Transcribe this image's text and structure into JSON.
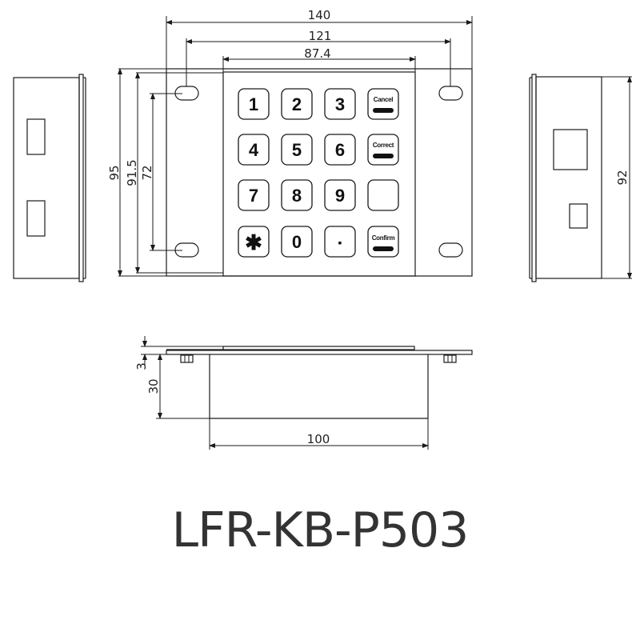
{
  "title": "LFR-KB-P503",
  "front_view": {
    "dimensions": {
      "overall_width": "140",
      "hole_spacing_x": "121",
      "keypad_width": "87.4",
      "overall_height": "95",
      "inner_height": "91.5",
      "hole_spacing_y": "72"
    },
    "keys": [
      {
        "label": "1",
        "type": "digit"
      },
      {
        "label": "2",
        "type": "digit"
      },
      {
        "label": "3",
        "type": "digit"
      },
      {
        "label": "Cancel",
        "type": "function"
      },
      {
        "label": "4",
        "type": "digit"
      },
      {
        "label": "5",
        "type": "digit"
      },
      {
        "label": "6",
        "type": "digit"
      },
      {
        "label": "Correct",
        "type": "function"
      },
      {
        "label": "7",
        "type": "digit"
      },
      {
        "label": "8",
        "type": "digit"
      },
      {
        "label": "9",
        "type": "digit"
      },
      {
        "label": "",
        "type": "blank"
      },
      {
        "label": "✱",
        "type": "digit"
      },
      {
        "label": "0",
        "type": "digit"
      },
      {
        "label": "▪",
        "type": "digit"
      },
      {
        "label": "Confirm",
        "type": "function"
      }
    ]
  },
  "right_view": {
    "dimensions": {
      "height": "92"
    }
  },
  "bottom_view": {
    "dimensions": {
      "flange_thickness": "3",
      "depth": "30",
      "body_width": "100"
    }
  }
}
